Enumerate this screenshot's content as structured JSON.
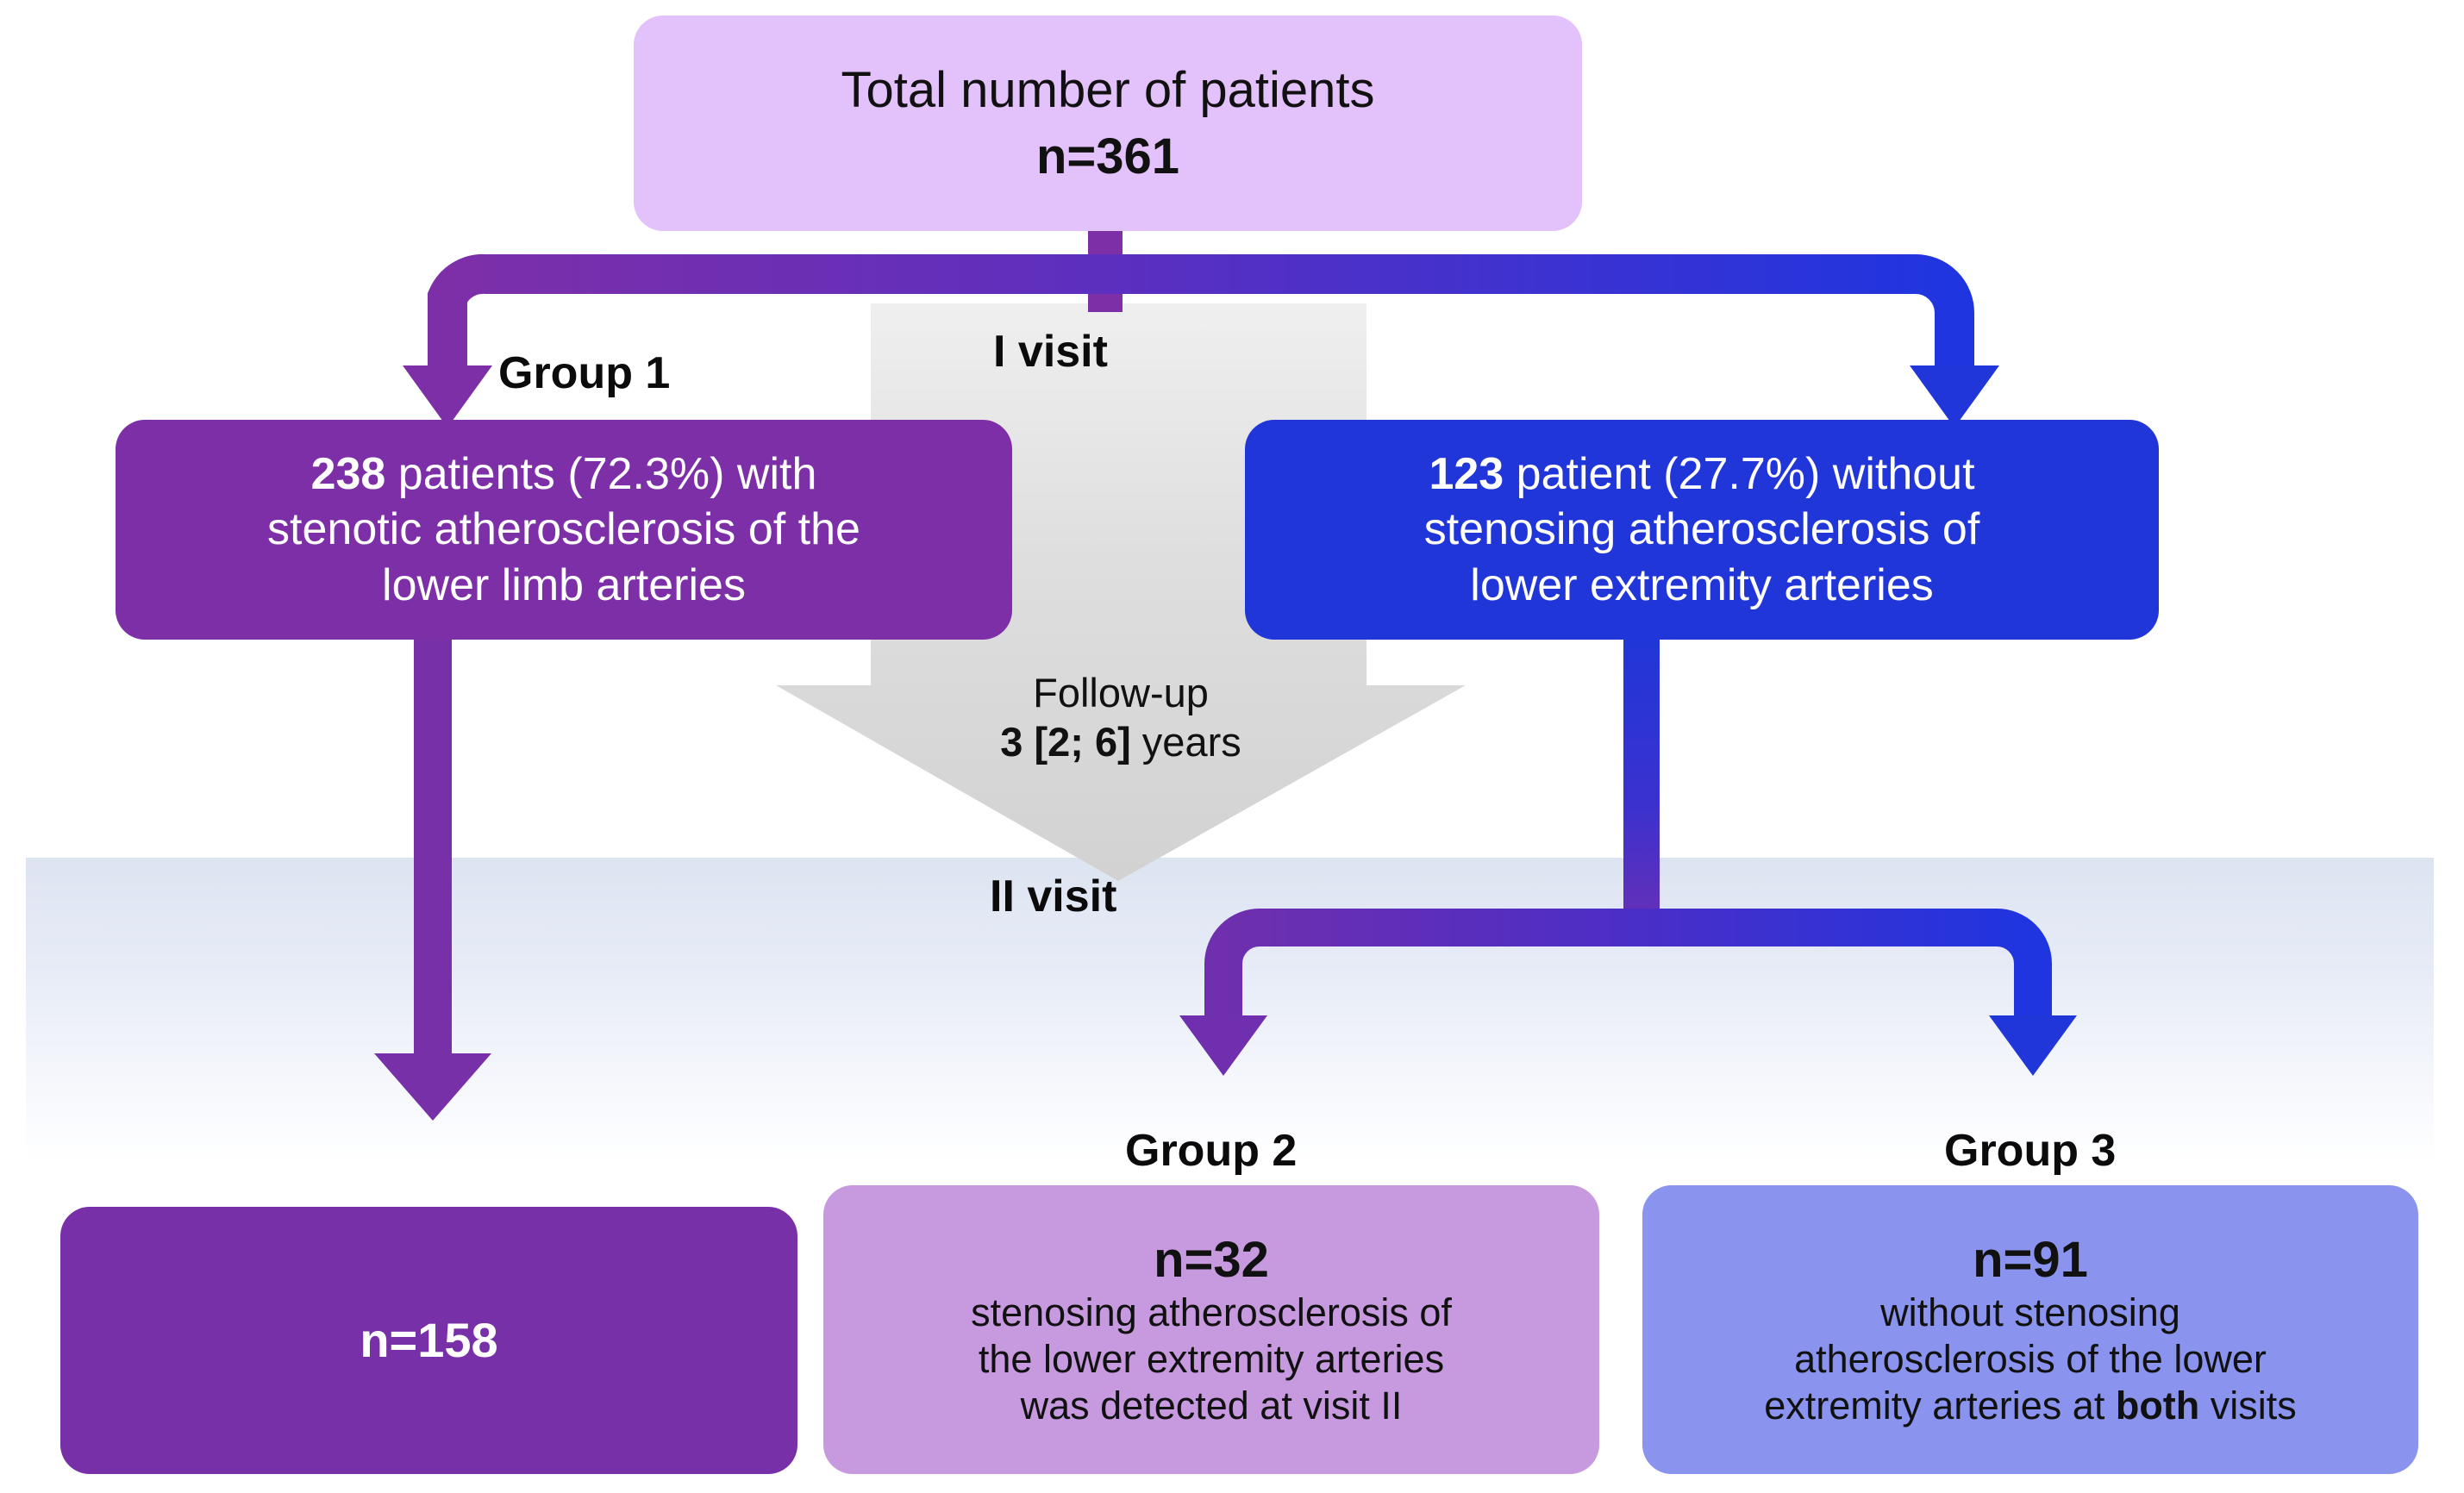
{
  "diagram": {
    "title_node": {
      "line1": "Total number of patients",
      "line2": "n=361"
    },
    "group1_label": "Group 1",
    "group1_box": {
      "count": "238",
      "rest1": " patients (72.3%) with",
      "line2": "stenotic atherosclerosis of the",
      "line3": "lower limb arteries"
    },
    "right_box": {
      "count": "123",
      "rest1": " patient (27.7%) without",
      "line2": "stenosing atherosclerosis of",
      "line3": "lower extremity arteries"
    },
    "visit1_label": "I visit",
    "visit2_label": "II visit",
    "followup": {
      "line1": "Follow-up",
      "value": "3 [2; 6]",
      "unit": " years"
    },
    "n158_box": {
      "value": "n=158"
    },
    "group2_label": "Group 2",
    "group2_box": {
      "n": "n=32",
      "line1": "stenosing atherosclerosis of",
      "line2": "the lower extremity arteries",
      "line3": "was detected at visit II"
    },
    "group3_label": "Group 3",
    "group3_box": {
      "n": "n=91",
      "line1": "without stenosing",
      "line2": "atherosclerosis of the lower",
      "line3_a": "extremity arteries at ",
      "line3_b": "both",
      "line3_c": " visits"
    },
    "colors": {
      "top_box": "#e3c1fb",
      "purple_dark": "#7d2fa8",
      "blue": "#2136d8",
      "purple_deep": "#7830a8",
      "lilac": "#c79ae0",
      "periwinkle": "#8a94ee",
      "gray_arrow": "#d6d6d6",
      "band": "#dde4f1",
      "text_dark": "#111111",
      "text_light": "#ffffff"
    }
  }
}
